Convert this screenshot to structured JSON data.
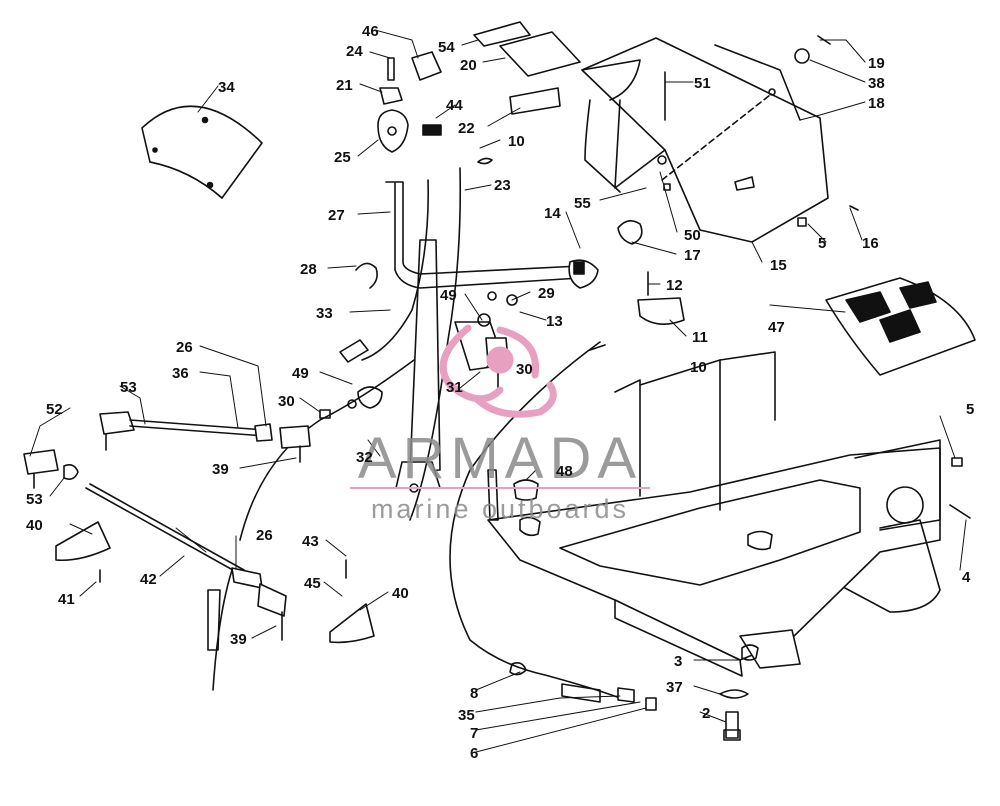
{
  "diagram": {
    "watermark": {
      "title": "ARMADA",
      "subtitle": "marine outboards",
      "brand_color": "#e7a0c0"
    },
    "callouts": [
      "46",
      "54",
      "24",
      "20",
      "19",
      "21",
      "51",
      "38",
      "18",
      "44",
      "22",
      "10",
      "34",
      "25",
      "23",
      "27",
      "55",
      "14",
      "50",
      "5",
      "16",
      "17",
      "15",
      "28",
      "12",
      "49",
      "29",
      "33",
      "13",
      "11",
      "47",
      "26",
      "30",
      "10",
      "36",
      "53",
      "49",
      "30",
      "31",
      "52",
      "39",
      "32",
      "48",
      "5",
      "53",
      "40",
      "26",
      "43",
      "4",
      "42",
      "45",
      "40",
      "41",
      "39",
      "3",
      "37",
      "8",
      "35",
      "2",
      "7",
      "6"
    ]
  }
}
